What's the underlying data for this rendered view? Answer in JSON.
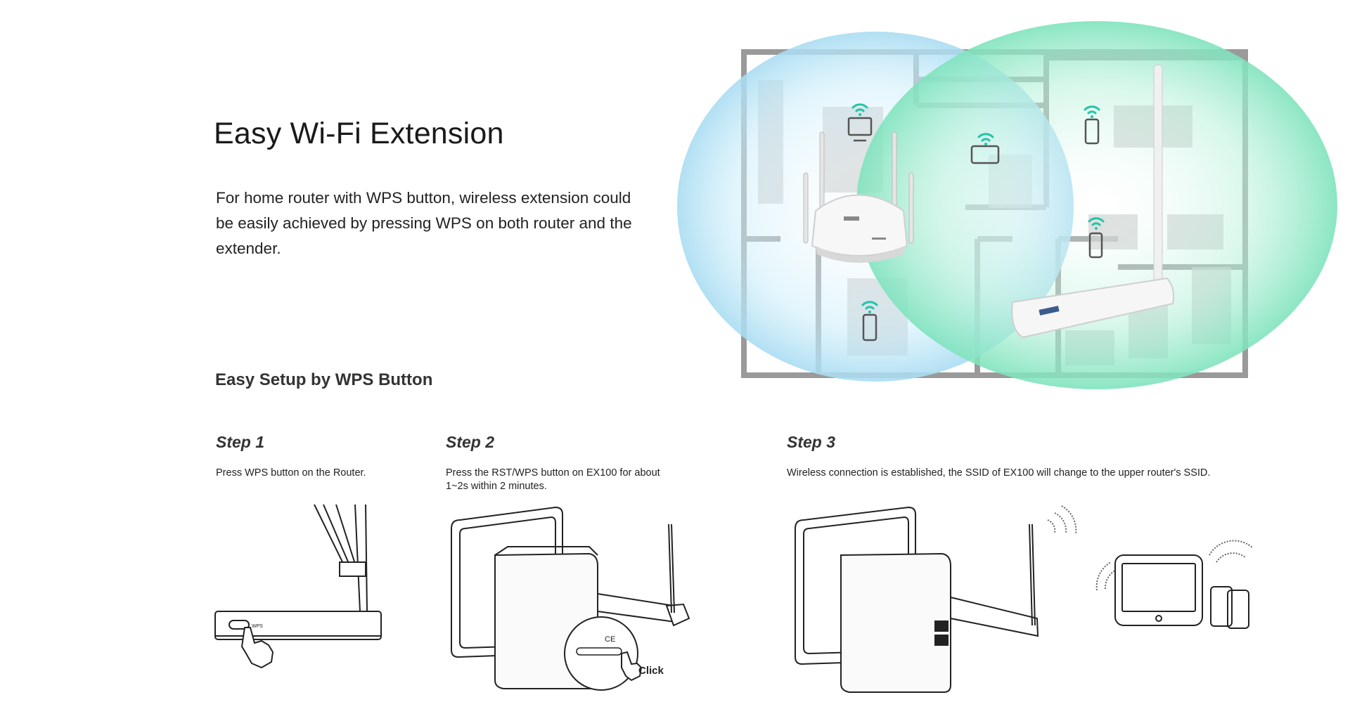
{
  "hero": {
    "title": "Easy Wi-Fi Extension",
    "description": "For home router with WPS button, wireless extension could be easily achieved by pressing WPS on both router and the extender."
  },
  "setup": {
    "title": "Easy Setup by WPS Button",
    "steps": [
      {
        "title": "Step 1",
        "description": "Press WPS button on the Router."
      },
      {
        "title": "Step 2",
        "description": "Press the RST/WPS button on EX100 for about 1~2s within 2 minutes."
      },
      {
        "title": "Step 3",
        "description": "Wireless connection is established, the SSID of EX100 will change to the upper router's SSID."
      }
    ],
    "click_label": "Click"
  },
  "icons": [
    "wifi-icon",
    "monitor-icon",
    "phone-icon",
    "tablet-icon",
    "hand-pointer-icon"
  ],
  "colors": {
    "router_coverage": "#bfe6f5",
    "extender_coverage": "#9fe8cc",
    "wifi_signal": "#23c4a8",
    "wall": "#9a9a9a"
  }
}
